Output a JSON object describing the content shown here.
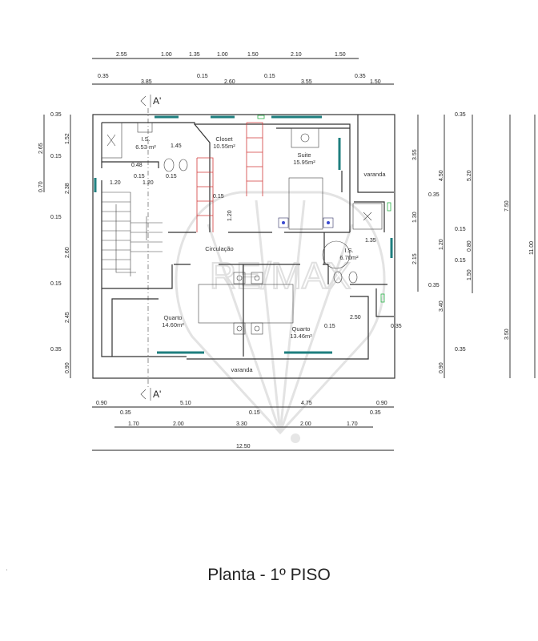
{
  "title": "Planta - 1º PISO",
  "watermark": "RE/MAX",
  "section_marker": "A'",
  "dims_top_1": [
    "2.55",
    "1.00",
    "1.35",
    "1.00",
    "1.50",
    "2.10",
    "1.50"
  ],
  "dims_top_2": [
    "0.35",
    "3.85",
    "0.15",
    "2.60",
    "0.15",
    "3.55",
    "0.35",
    "1.50"
  ],
  "dims_left_outer": [
    "2.65",
    "0.70"
  ],
  "dims_left": [
    "0.35",
    "1.52",
    "0.15",
    "2.38",
    "0.15",
    "2.60",
    "0.15",
    "2.45",
    "0.35",
    "0.90"
  ],
  "dims_right_1": [
    "3.55",
    "0.35",
    "1.30",
    "2.15",
    "0.35"
  ],
  "dims_right_2": [
    "0.35",
    "4.50",
    "0.15",
    "1.20",
    "0.15",
    "3.40",
    "0.35",
    "0.90"
  ],
  "dims_right_3": [
    "5.20",
    "0.80",
    "1.50"
  ],
  "dims_right_4": [
    "7.50",
    "3.50"
  ],
  "dims_right_5": [
    "11.00"
  ],
  "dims_bottom_1": [
    "0.90",
    "0.35",
    "5.10",
    "0.15",
    "4.75",
    "0.90",
    "0.35"
  ],
  "dims_bottom_2": [
    "1.70",
    "2.00",
    "3.30",
    "2.00",
    "1.70"
  ],
  "dims_bottom_total": "12.50",
  "dims_inner": [
    "1.45",
    "0.48",
    "0.15",
    "0.15",
    "1.20",
    "1.20",
    "0.15",
    "1.20",
    "1.35",
    "2.50",
    "0.15",
    "0.35"
  ],
  "rooms": [
    {
      "name": "I.S.",
      "area": "6.53 m²"
    },
    {
      "name": "Closet",
      "area": "10.55m²"
    },
    {
      "name": "Suite",
      "area": "15.95m²"
    },
    {
      "name": "varanda"
    },
    {
      "name": "Circulação"
    },
    {
      "name": "I.S.",
      "area": "6.70m²"
    },
    {
      "name": "Quarto",
      "area": "14.60m²"
    },
    {
      "name": "Quarto",
      "area": "13.46m²"
    },
    {
      "name": "varanda"
    }
  ]
}
